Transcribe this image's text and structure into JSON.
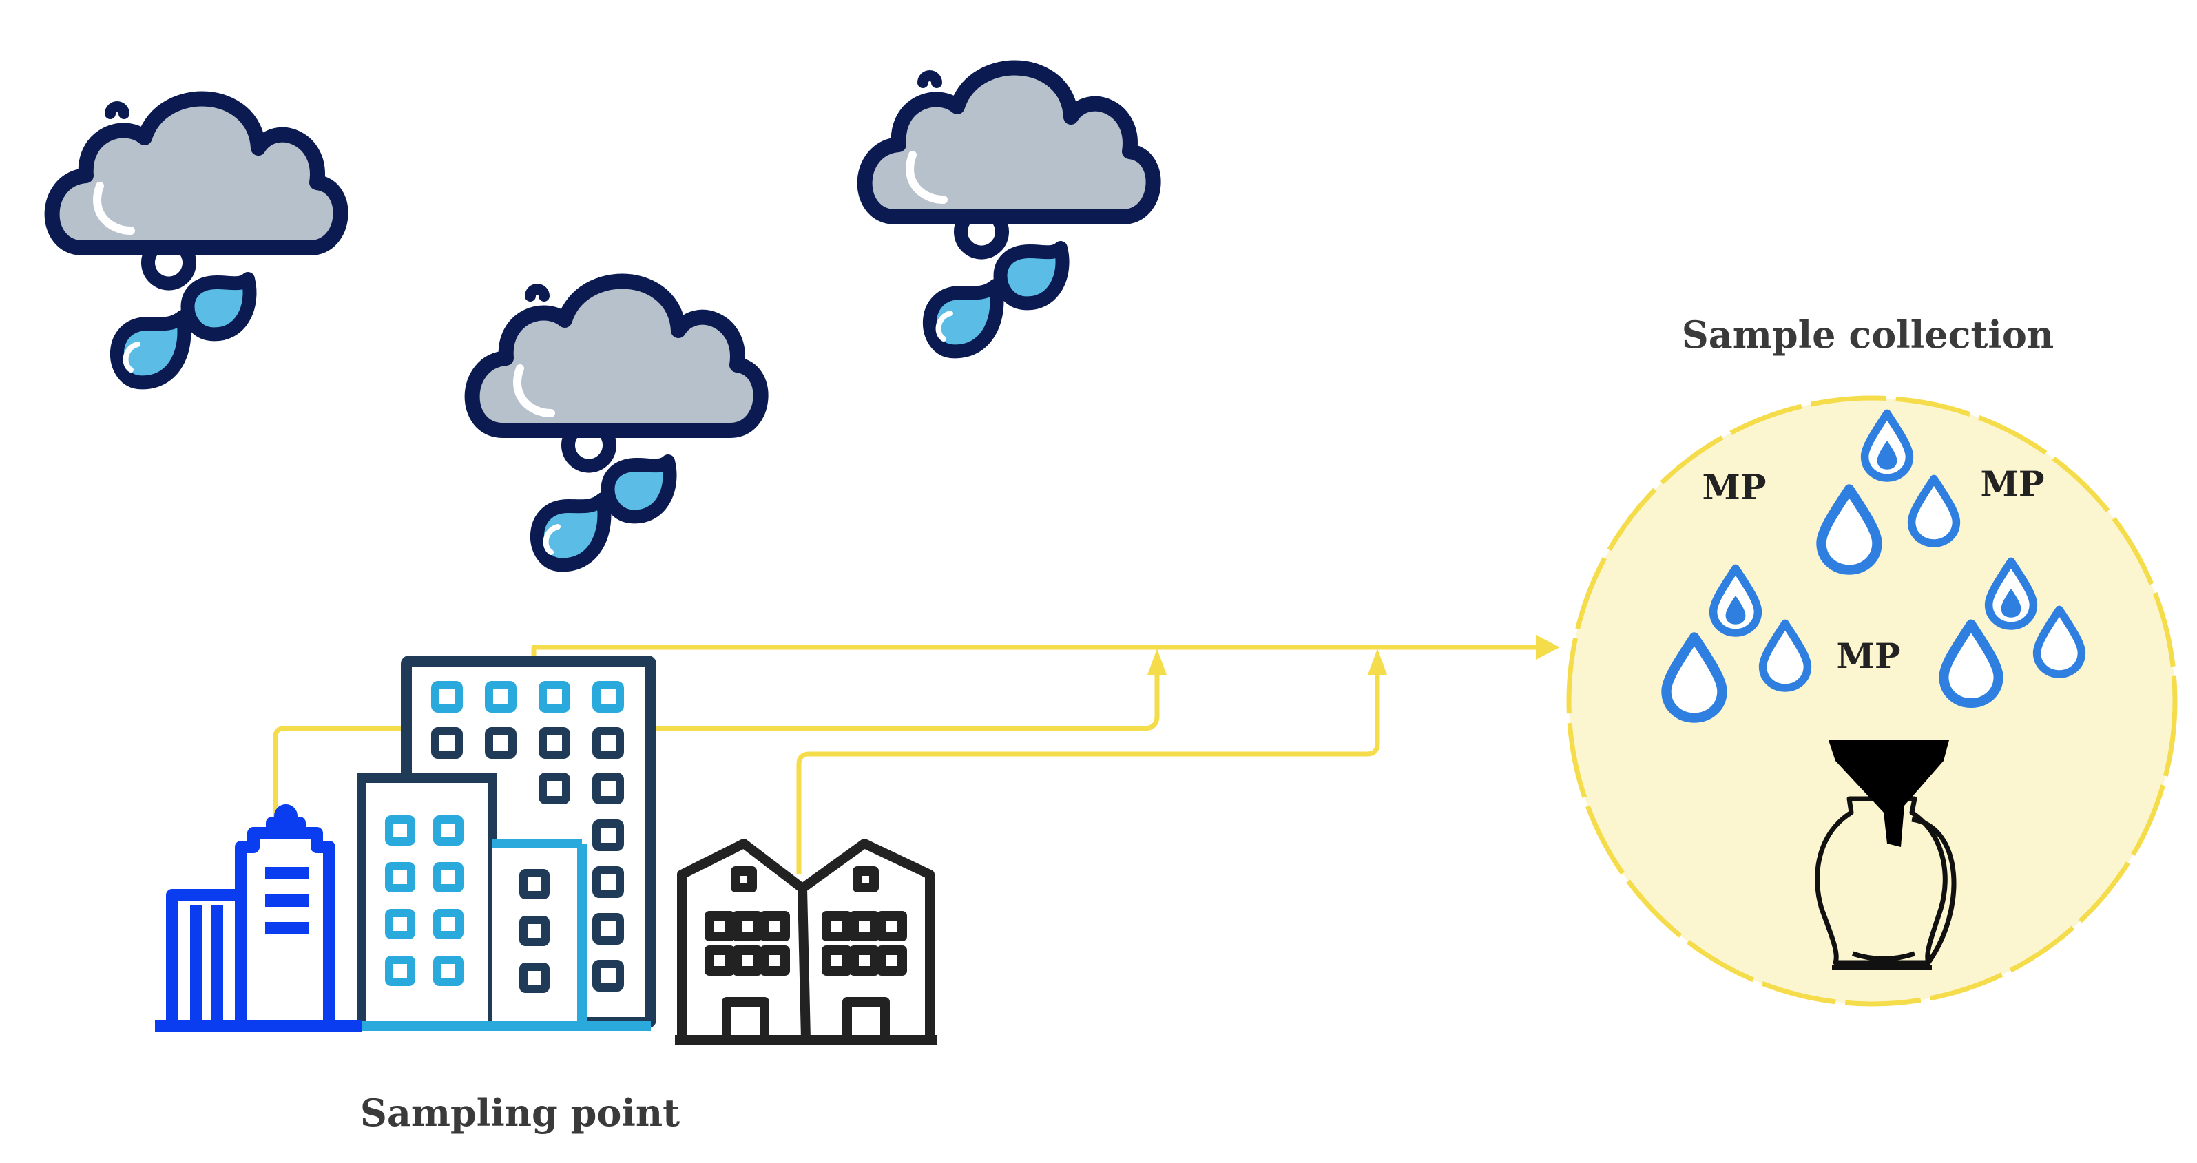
{
  "labels": {
    "sample_collection": "Sample collection",
    "sampling_point": "Sampling point",
    "mp_left": "MP",
    "mp_right": "MP",
    "mp_center": "MP"
  },
  "colors": {
    "cloud_fill": "#b7c1cb",
    "cloud_outline": "#0b1b52",
    "raindrop_fill": "#5bbde6",
    "flow_arrow": "#f5dc4a",
    "collection_fill": "#fbf6cf",
    "collection_border": "#f5dc4a",
    "mp_drop": "#2f7fe0",
    "office_tower": "#1f3b57",
    "office_window": "#29a9dc",
    "blue_building": "#0a3cf0",
    "townhouse": "#222222",
    "label_text": "#3a3a3a"
  },
  "icons": {
    "clouds": [
      "rain-cloud-icon",
      "rain-cloud-icon",
      "rain-cloud-icon"
    ],
    "buildings": [
      "blue-office-building-icon",
      "office-tower-icon",
      "townhouses-icon"
    ],
    "collector": [
      "funnel-icon",
      "jar-icon"
    ]
  }
}
